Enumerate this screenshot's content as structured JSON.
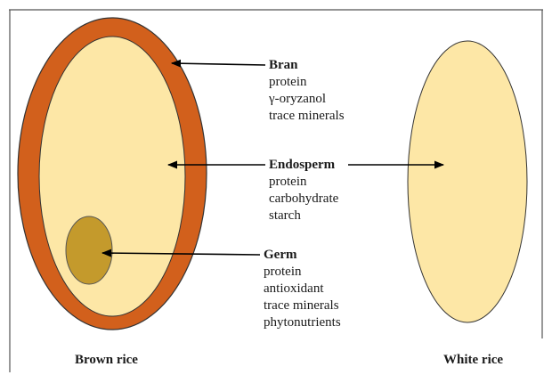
{
  "labels": {
    "bran": {
      "title": "Bran",
      "items": [
        "protein",
        "γ-oryzanol",
        "trace minerals"
      ]
    },
    "endosperm": {
      "title": "Endosperm",
      "items": [
        "protein",
        "carbohydrate",
        "starch"
      ]
    },
    "germ": {
      "title": "Germ",
      "items": [
        "protein",
        "antioxidant",
        "trace minerals",
        "phytonutrients"
      ]
    }
  },
  "captions": {
    "brown": "Brown rice",
    "white": "White rice"
  },
  "colors": {
    "bran": "#d2601c",
    "endosperm": "#fde7a6",
    "germ": "#c49a2c",
    "outline": "#333333",
    "arrow": "#000000"
  }
}
